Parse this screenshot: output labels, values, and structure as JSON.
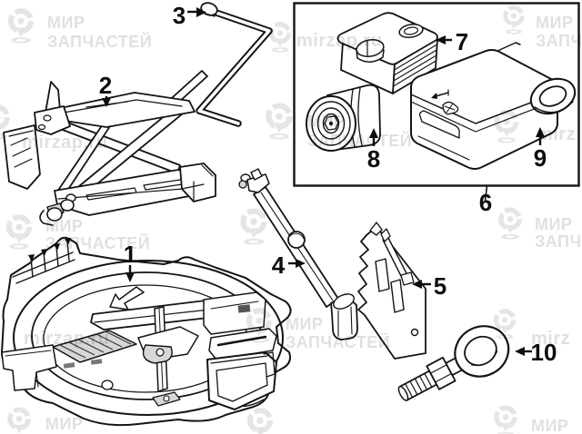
{
  "callouts": [
    {
      "label": "1"
    },
    {
      "label": "2"
    },
    {
      "label": "3"
    },
    {
      "label": "4"
    },
    {
      "label": "5"
    },
    {
      "label": "6"
    },
    {
      "label": "7"
    },
    {
      "label": "8"
    },
    {
      "label": "9"
    },
    {
      "label": "10"
    }
  ],
  "watermark": {
    "brand_word1": "МИР",
    "brand_word2": "ЗАПЧАСТЕЙ",
    "brand_word2_short": "ЗАПЧ",
    "site": "mirzap.ru",
    "site_short": "mirz"
  },
  "colors": {
    "line": "#141414",
    "background": "#ffffff",
    "watermark_overlay": "#000000"
  }
}
